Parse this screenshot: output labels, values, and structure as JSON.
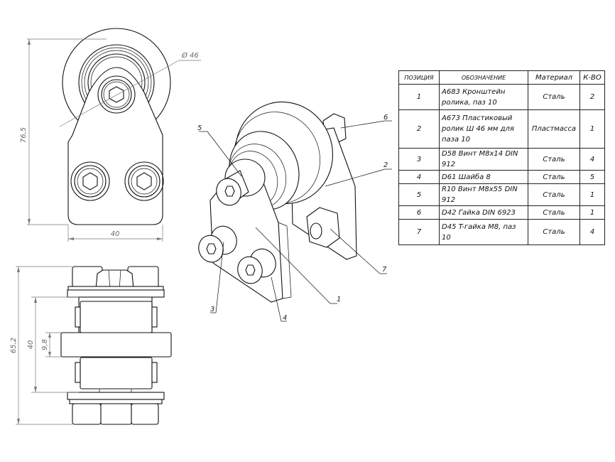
{
  "front_view": {
    "dims": {
      "diameter": "Ø 46",
      "height": "76,5",
      "width": "40"
    }
  },
  "side_view": {
    "dims": {
      "overall": "65,2",
      "bracket_span": "40",
      "roller_width": "9,8"
    }
  },
  "iso_view": {
    "callouts": [
      "1",
      "2",
      "3",
      "4",
      "5",
      "6",
      "7"
    ]
  },
  "bom": {
    "headers": {
      "position": "ПОЗИЦИЯ",
      "designation": "ОБОЗНАЧЕНИЕ",
      "material": "Материал",
      "qty": "К-ВО"
    },
    "rows": [
      {
        "pos": "1",
        "name": "A683 Кронштейн ролика, паз 10",
        "material": "Сталь",
        "qty": "2"
      },
      {
        "pos": "2",
        "name": "A673 Пластиковый ролик Ш 46 мм для паза 10",
        "material": "Пластмасса",
        "qty": "1"
      },
      {
        "pos": "3",
        "name": "D58 Винт M8x14 DIN 912",
        "material": "Сталь",
        "qty": "4"
      },
      {
        "pos": "4",
        "name": "D61 Шайба 8",
        "material": "Сталь",
        "qty": "5"
      },
      {
        "pos": "5",
        "name": "R10 Винт M8x55 DIN 912",
        "material": "Сталь",
        "qty": "1"
      },
      {
        "pos": "6",
        "name": "D42 Гайка DIN 6923",
        "material": "Сталь",
        "qty": "1"
      },
      {
        "pos": "7",
        "name": "D45 T-гайка M8, паз 10",
        "material": "Сталь",
        "qty": "4"
      }
    ]
  }
}
